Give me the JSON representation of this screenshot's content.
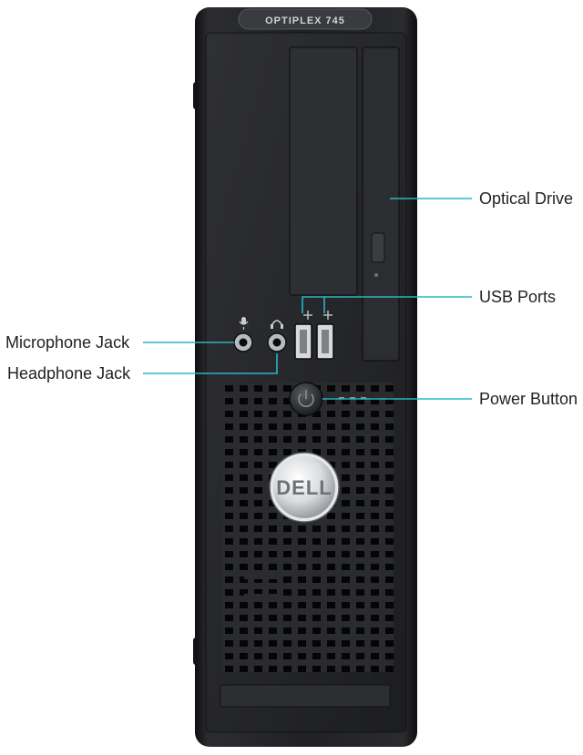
{
  "product": {
    "model_badge": "OPTIPLEX 745",
    "brand_logo": "DELL"
  },
  "callouts": {
    "optical_drive": "Optical Drive",
    "usb_ports": "USB Ports",
    "microphone_jack": "Microphone Jack",
    "headphone_jack": "Headphone Jack",
    "power_button": "Power Button"
  },
  "colors": {
    "callout_line": "#2bb5c0",
    "chassis": "#1e1f21",
    "bezel": "#2b2c2f",
    "label_text": "#222222"
  },
  "icons": {
    "microphone": "microphone-icon",
    "headphone": "headphone-icon",
    "usb": "usb-icon"
  }
}
